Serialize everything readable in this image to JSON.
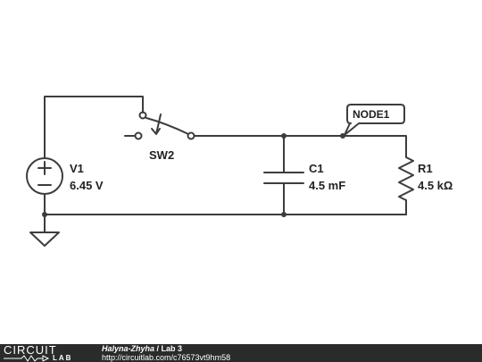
{
  "components": {
    "voltage_source": {
      "name": "V1",
      "value": "6.45 V",
      "plus": "+",
      "minus": "−"
    },
    "switch": {
      "name": "SW2"
    },
    "capacitor": {
      "name": "C1",
      "value": "4.5 mF"
    },
    "resistor": {
      "name": "R1",
      "value": "4.5 kΩ"
    },
    "node_label": {
      "name": "NODE1"
    }
  },
  "footer": {
    "logo_top": "CIRCUIT",
    "logo_bottom": "LAB",
    "author": "Halyna-Zhyha",
    "separator": " / ",
    "project": "Lab 3",
    "url": "http://circuitlab.com/c76573vt9hm58"
  },
  "colors": {
    "wire": "#3d3d3d",
    "footer_bg": "#2b2b2b",
    "text": "#222222"
  }
}
